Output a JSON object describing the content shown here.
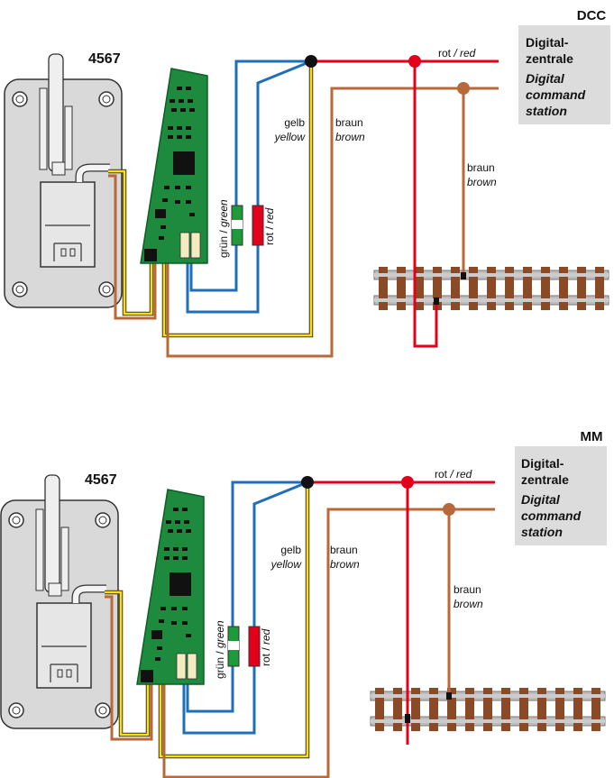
{
  "diagrams": [
    {
      "mode": "DCC",
      "model_number": "4567",
      "wire_labels": {
        "yellow_de": "gelb",
        "yellow_en": "yellow",
        "brown_de": "braun",
        "brown_en": "brown",
        "green_de": "grün / ",
        "green_en": "green",
        "red_de": "rot / ",
        "red_en": "red",
        "track_brown_de": "braun",
        "track_brown_en": "brown",
        "top_red_de": "rot ",
        "top_red_en": "/ red"
      },
      "station": {
        "line1": "Digital-",
        "line2": "zentrale",
        "line3": "Digital",
        "line4": "command",
        "line5": "station"
      }
    },
    {
      "mode": "MM",
      "model_number": "4567",
      "wire_labels": {
        "yellow_de": "gelb",
        "yellow_en": "yellow",
        "brown_de": "braun",
        "brown_en": "brown",
        "green_de": "grün / ",
        "green_en": "green",
        "red_de": "rot / ",
        "red_en": "red",
        "track_brown_de": "braun",
        "track_brown_en": "brown",
        "top_red_de": "rot ",
        "top_red_en": "/ red"
      },
      "station": {
        "line1": "Digital-",
        "line2": "zentrale",
        "line3": "Digital",
        "line4": "command",
        "line5": "station"
      }
    }
  ],
  "colors": {
    "red": "#e3001b",
    "brown": "#b8683a",
    "blue": "#1f6fb8",
    "yellow": "#ffe000",
    "green": "#1f9a3a",
    "pcb": "#1d8a3d",
    "housing": "#d9d9d9",
    "station": "#dcdcdc",
    "sleeper": "#8a4a26",
    "rail": "#bdbdbd"
  }
}
